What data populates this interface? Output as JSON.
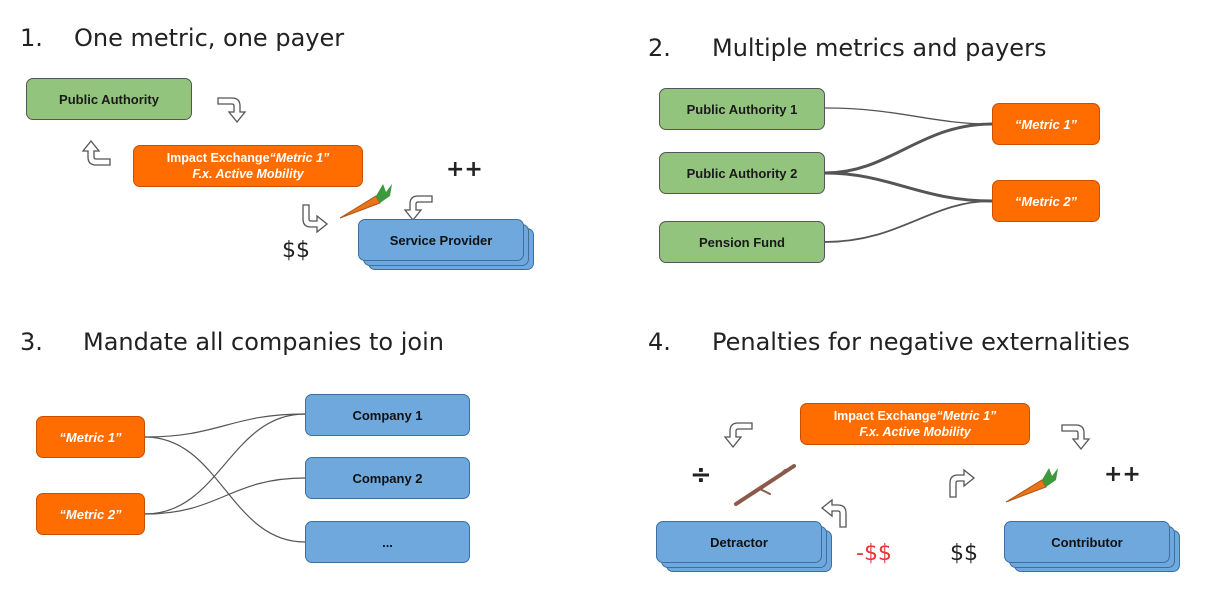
{
  "panel1": {
    "number": "1.",
    "title": "One metric, one payer",
    "public_authority": "Public Authority",
    "exchange_line1": "Impact Exchange",
    "exchange_line1_metric": "“Metric 1”",
    "exchange_line2": "F.x. Active Mobility",
    "service_provider": "Service Provider",
    "money": "$$",
    "plus": "++"
  },
  "panel2": {
    "number": "2.",
    "title": "Multiple metrics and payers",
    "payers": [
      "Public Authority 1",
      "Public Authority 2",
      "Pension Fund"
    ],
    "metrics": [
      "“Metric 1”",
      "“Metric 2”"
    ]
  },
  "panel3": {
    "number": "3.",
    "title": "Mandate all companies to join",
    "metrics": [
      "“Metric 1”",
      "“Metric 2”"
    ],
    "companies": [
      "Company 1",
      "Company 2",
      "..."
    ]
  },
  "panel4": {
    "number": "4.",
    "title": "Penalties for negative externalities",
    "exchange_line1": "Impact Exchange",
    "exchange_line1_metric": "“Metric 1”",
    "exchange_line2": "F.x. Active Mobility",
    "detractor": "Detractor",
    "contributor": "Contributor",
    "divide": "÷",
    "negative_money": "-$$",
    "money": "$$",
    "plus": "++"
  },
  "colors": {
    "payer_green": "#93c47d",
    "metric_orange": "#ff6d01",
    "company_blue": "#6fa8dc",
    "penalty_red": "#e53935"
  },
  "icons": [
    "curved-arrow-icon",
    "carrot-icon",
    "stick-icon"
  ]
}
